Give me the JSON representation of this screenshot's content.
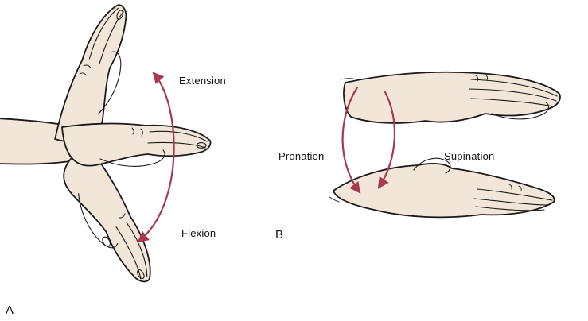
{
  "figure": {
    "background_color": "#ffffff",
    "outline_color": "#1b1b1b",
    "skin_color": "#f2e6d8",
    "arrow_color": "#a93a4e",
    "panel_a": {
      "label": "A",
      "extension_label": "Extension",
      "flexion_label": "Flexion",
      "arrow_icon": "curved-double-headed-arrow"
    },
    "panel_b": {
      "label": "B",
      "pronation_label": "Pronation",
      "supination_label": "Supination",
      "arrow_icons": [
        "curved-arrow-rotation-left",
        "curved-arrow-rotation-right"
      ]
    }
  }
}
